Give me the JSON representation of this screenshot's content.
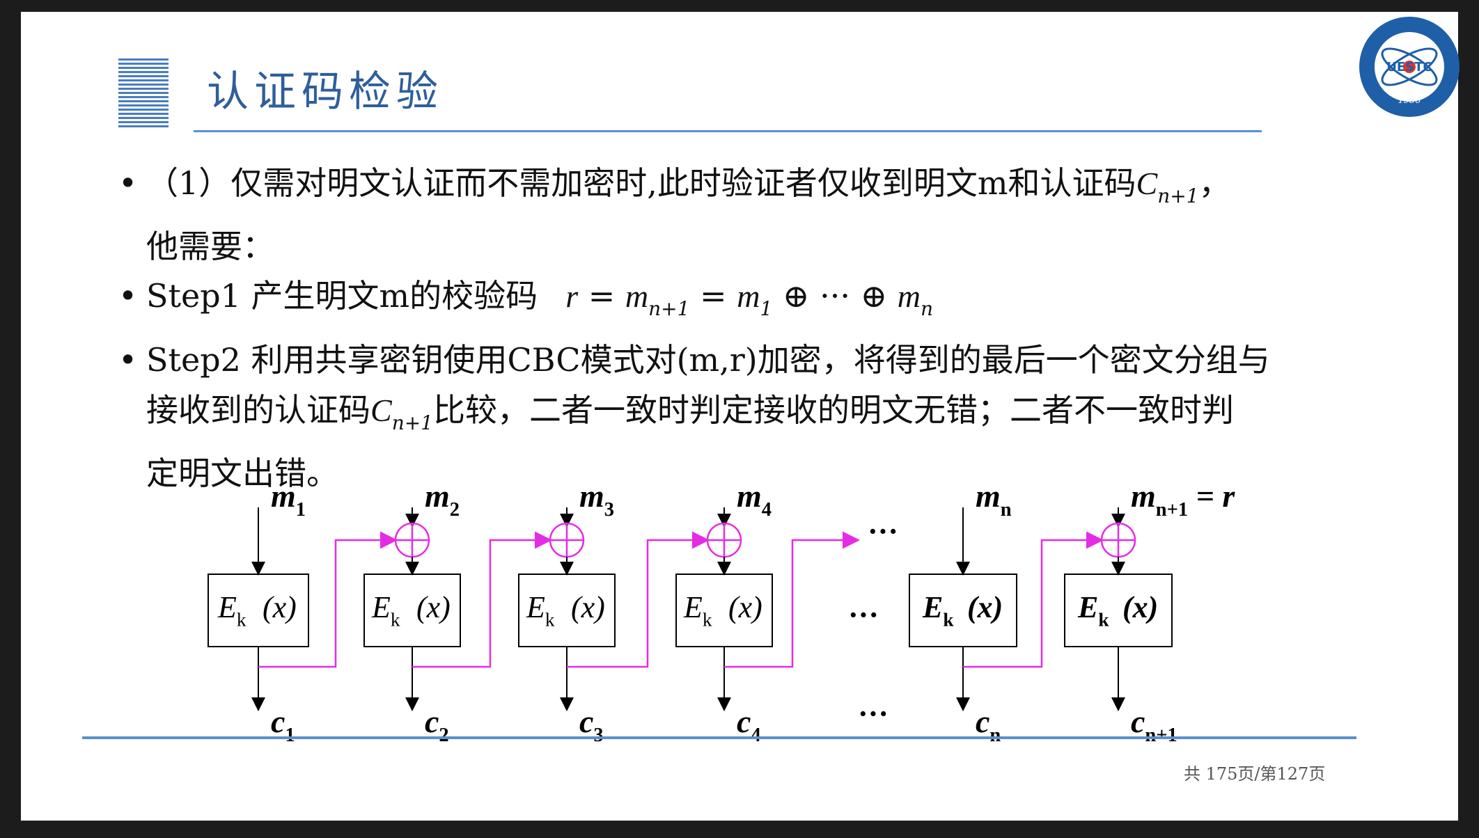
{
  "title": "认证码检验",
  "logo": {
    "text": "UESTC",
    "year": "1956",
    "colors": {
      "ring": "#1f5fa8",
      "inner": "#ffffff",
      "accent": "#e6322e"
    }
  },
  "bullets": {
    "b1": {
      "line1_pre": "（1）仅需对明文认证而不需加密时,此时验证者仅收到明文m和认证码",
      "line1_var": "C",
      "line1_sub": "n+1",
      "line1_post": "，",
      "line2": "他需要："
    },
    "b2": {
      "text": "Step1 产生明文m的校验码",
      "formula_r": "r",
      "formula_eq1": " = ",
      "formula_m": "m",
      "formula_sub_n1": "n+1",
      "formula_eq2": " = ",
      "formula_m1": "m",
      "formula_sub_1": "1",
      "formula_mid": " ⊕ ··· ⊕ ",
      "formula_mn": "m",
      "formula_sub_n": "n"
    },
    "b3": {
      "line1": "Step2 利用共享密钥使用CBC模式对(m,r)加密，将得到的最后一个密文分组与",
      "line2_pre": "接收到的认证码",
      "line2_var": "C",
      "line2_sub": "n+1",
      "line2_post": "比较，二者一致时判定接收的明文无错；二者不一致时判",
      "line3": "定明文出错。"
    }
  },
  "diagram": {
    "block_label_main": "E",
    "block_label_sub": "k",
    "block_label_arg": "(x)",
    "inputs": [
      {
        "main": "m",
        "sub": "1"
      },
      {
        "main": "m",
        "sub": "2"
      },
      {
        "main": "m",
        "sub": "3"
      },
      {
        "main": "m",
        "sub": "4"
      },
      {
        "main": "m",
        "sub": "n"
      },
      {
        "main": "m",
        "sub": "n+1",
        "suffix": " = r"
      }
    ],
    "outputs": [
      {
        "main": "c",
        "sub": "1"
      },
      {
        "main": "c",
        "sub": "2"
      },
      {
        "main": "c",
        "sub": "3"
      },
      {
        "main": "c",
        "sub": "4"
      },
      {
        "main": "c",
        "sub": "n"
      },
      {
        "main": "c",
        "sub": "n+1"
      }
    ],
    "ellipsis": "···",
    "colors": {
      "chain": "#e52ce5",
      "line": "#000000"
    }
  },
  "pager": "共 175页/第127页"
}
